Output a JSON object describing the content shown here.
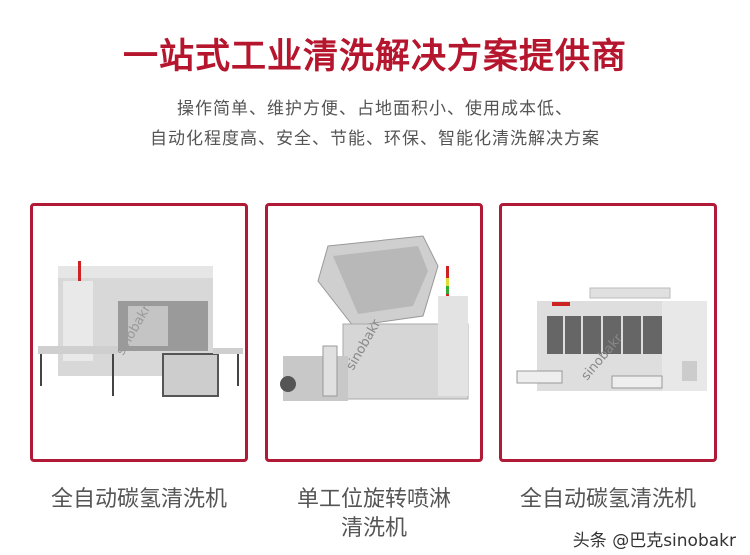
{
  "header": {
    "title": "一站式工业清洗解决方案提供商",
    "subtitle_line1": "操作简单、维护方便、占地面积小、使用成本低、",
    "subtitle_line2": "自动化程度高、安全、节能、环保、智能化清洗解决方案"
  },
  "products": [
    {
      "name": "全自动碳氢清洗机",
      "image": "automatic-hydrocarbon-cleaning-machine",
      "watermark": "sinobakr"
    },
    {
      "name_line1": "单工位旋转喷淋",
      "name_line2": "清洗机",
      "image": "single-station-rotary-spray-cleaning-machine",
      "watermark": "sinobakr"
    },
    {
      "name": "全自动碳氢清洗机",
      "image": "automatic-hydrocarbon-cleaning-machine-large",
      "watermark": "sinobakr"
    }
  ],
  "footer": {
    "watermark": "头条 @巴克sinobakr"
  },
  "colors": {
    "accent": "#b5162e",
    "border": "#b01a36",
    "text": "#555555"
  }
}
